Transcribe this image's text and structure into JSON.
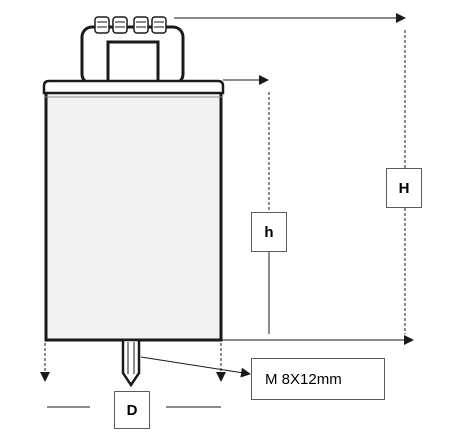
{
  "labels": {
    "overall_height": "H",
    "body_height": "h",
    "diameter": "D",
    "bolt_spec": "M 8X12mm"
  },
  "colors": {
    "line": "#1a1a1a",
    "body_fill": "#f2f2f2",
    "box_border": "#5b5b5b"
  }
}
